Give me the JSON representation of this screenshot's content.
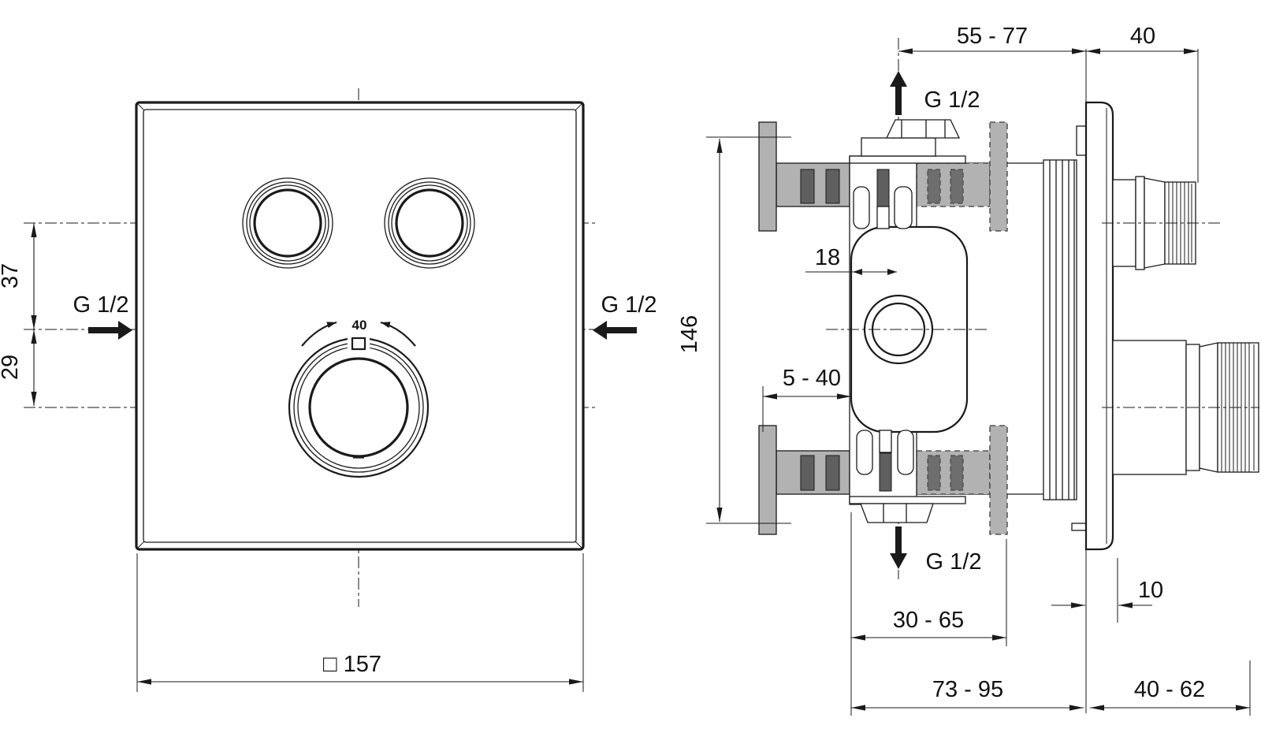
{
  "front_view": {
    "inlet_left_label": "G 1/2",
    "inlet_right_label": "G 1/2",
    "dim_button_axis_offset": "37",
    "dim_dial_axis_offset": "29",
    "dim_plate_size": "□ 157",
    "dial_temperature_mark": "40"
  },
  "side_view": {
    "outlet_top_label": "G 1/2",
    "outlet_bottom_label": "G 1/2",
    "dim_center_to_wall": "55 - 77",
    "dim_wall_to_button_tip": "40",
    "dim_body_height": "146",
    "dim_center_offset": "18",
    "dim_tiling_range": "5 - 40",
    "dim_housing_depth_range": "30 - 65",
    "dim_total_rough_depth": "73 - 95",
    "dim_handle_projection": "40 - 62",
    "dim_plate_thickness": "10"
  }
}
